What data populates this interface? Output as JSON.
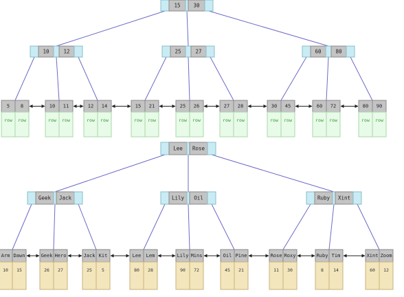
{
  "colors": {
    "key_fill": "#c4c4c4",
    "key_border": "#8a8a8a",
    "ptr_fill": "#c9ecf4",
    "ptr_border": "#88bcc8",
    "edge": "#6a6ac8",
    "arrow": "#222222",
    "row_fill": "#e8fae8",
    "row_border": "#a8d8a8",
    "row_text": "#2a9a2a",
    "val_fill": "#f3e6bc",
    "val_border": "#c8b27a",
    "val_text": "#333333"
  },
  "numeric_tree": {
    "root": [
      "15",
      "30"
    ],
    "level1": [
      [
        "10",
        "12"
      ],
      [
        "25",
        "27"
      ],
      [
        "60",
        "80"
      ]
    ],
    "leaves": [
      {
        "keys": [
          "5",
          "8"
        ],
        "values": [
          "row",
          "row"
        ]
      },
      {
        "keys": [
          "10",
          "11"
        ],
        "values": [
          "row",
          "row"
        ]
      },
      {
        "keys": [
          "12",
          "14"
        ],
        "values": [
          "row",
          "row"
        ]
      },
      {
        "keys": [
          "15",
          "21"
        ],
        "values": [
          "row",
          "row"
        ]
      },
      {
        "keys": [
          "25",
          "26"
        ],
        "values": [
          "row",
          "row"
        ]
      },
      {
        "keys": [
          "27",
          "28"
        ],
        "values": [
          "row",
          "row"
        ]
      },
      {
        "keys": [
          "30",
          "45"
        ],
        "values": [
          "row",
          "row"
        ]
      },
      {
        "keys": [
          "60",
          "72"
        ],
        "values": [
          "row",
          "row"
        ]
      },
      {
        "keys": [
          "80",
          "90"
        ],
        "values": [
          "row",
          "row"
        ]
      }
    ]
  },
  "name_tree": {
    "root": [
      "Lee",
      "Rose"
    ],
    "level1": [
      [
        "Geek",
        "Jack"
      ],
      [
        "Lily",
        "Oil"
      ],
      [
        "Ruby",
        "Xint"
      ]
    ],
    "leaves": [
      {
        "keys": [
          "Arm",
          "Dawn"
        ],
        "values": [
          "10",
          "15"
        ]
      },
      {
        "keys": [
          "Geek",
          "Hero"
        ],
        "values": [
          "26",
          "27"
        ]
      },
      {
        "keys": [
          "Jack",
          "Kit"
        ],
        "values": [
          "25",
          "5"
        ]
      },
      {
        "keys": [
          "Lee",
          "Lem"
        ],
        "values": [
          "80",
          "28"
        ]
      },
      {
        "keys": [
          "Lily",
          "Mins"
        ],
        "values": [
          "90",
          "72"
        ]
      },
      {
        "keys": [
          "Oil",
          "Pine"
        ],
        "values": [
          "45",
          "21"
        ]
      },
      {
        "keys": [
          "Rose",
          "Roxy"
        ],
        "values": [
          "11",
          "30"
        ]
      },
      {
        "keys": [
          "Ruby",
          "Tim"
        ],
        "values": [
          "8",
          "14"
        ]
      },
      {
        "keys": [
          "Xint",
          "Zoom"
        ],
        "values": [
          "60",
          "12"
        ]
      }
    ]
  }
}
